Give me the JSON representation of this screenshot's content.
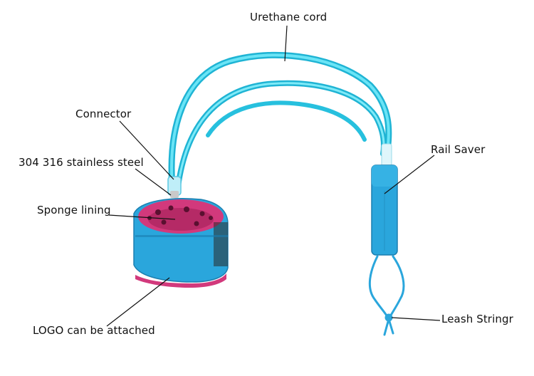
{
  "labels": {
    "urethane_cord": "Urethane cord",
    "connector": "Connector",
    "stainless_steel": "304 316 stainless steel",
    "sponge_lining": "Sponge lining",
    "rail_saver": "Rail Saver",
    "leash_string": "Leash Stringr",
    "logo": "LOGO can be attached"
  },
  "colors": {
    "cord": "#3fd2ec",
    "cord_dark": "#1fb4d4",
    "cuff": "#2aa6dc",
    "lining": "#d2397c",
    "leader_line": "#111111"
  }
}
